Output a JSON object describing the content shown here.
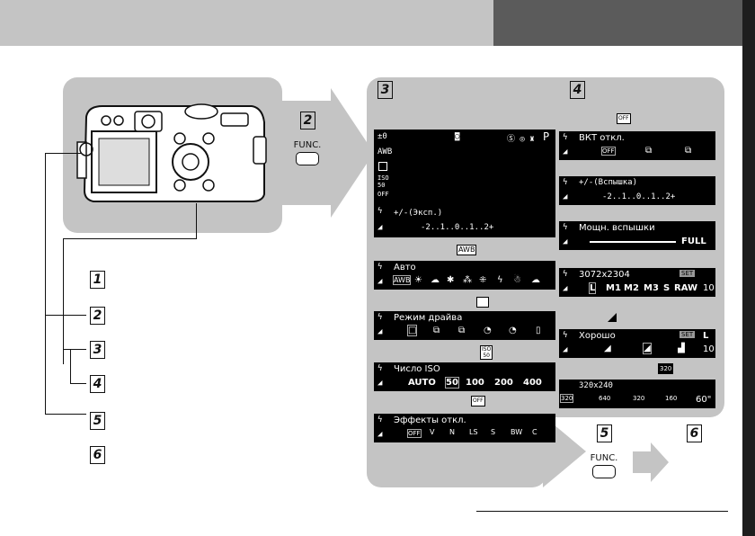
{
  "colors": {
    "panel": "#c4c4c4",
    "header_dark": "#5b5b5b",
    "screen": "#000000"
  },
  "steps": {
    "s1": "1",
    "s2": "2",
    "s3": "3",
    "s4": "4",
    "s5": "5",
    "s6": "6"
  },
  "func": {
    "label": "FUNC."
  },
  "col3": {
    "main": {
      "ev": "±0",
      "awb": "AWB",
      "iso_a": "ISO",
      "iso_b": "50",
      "p": "P",
      "label": "+/-(Эксп.)",
      "scale": "-2..1..0..1..2+"
    },
    "wb": {
      "header": "AWB",
      "title": "Авто",
      "options": [
        "AWB",
        "☀",
        "☁",
        "✱",
        "⁂",
        "⁜",
        "ϟ",
        "☃",
        "☁"
      ]
    },
    "drive": {
      "title": "Режим драйва",
      "options": [
        "□",
        "⧉",
        "⧉",
        "◔",
        "◔",
        "▯"
      ]
    },
    "iso": {
      "header_a": "ISO",
      "header_b": "50",
      "title": "Число ISO",
      "options": [
        "AUTO",
        "50",
        "100",
        "200",
        "400"
      ]
    },
    "effects": {
      "header": "OFF",
      "title": "Эффекты откл.",
      "options": [
        "OFF",
        "V",
        "N",
        "LS",
        "S",
        "BW",
        "C"
      ]
    }
  },
  "col4": {
    "bkt": {
      "header": "OFF",
      "title": "ВКТ откл.",
      "options": [
        "OFF",
        "⧉",
        "⧉"
      ]
    },
    "flash_ev": {
      "title": "+/-(Вспышка)",
      "scale": "-2..1..0..1..2+"
    },
    "flash_power": {
      "title": "Мощн. вспышки",
      "full": "FULL"
    },
    "size": {
      "title": "3072x2304",
      "set": "SET",
      "options": [
        "L",
        "M1",
        "M2",
        "M3",
        "S",
        "RAW"
      ],
      "count": "10"
    },
    "quality": {
      "title": "Хорошо",
      "set": "SET",
      "L": "L",
      "count": "10"
    },
    "movie": {
      "header": "320",
      "title": "320x240",
      "options": [
        "320",
        "640",
        "320",
        "160"
      ],
      "time": "60\""
    }
  }
}
